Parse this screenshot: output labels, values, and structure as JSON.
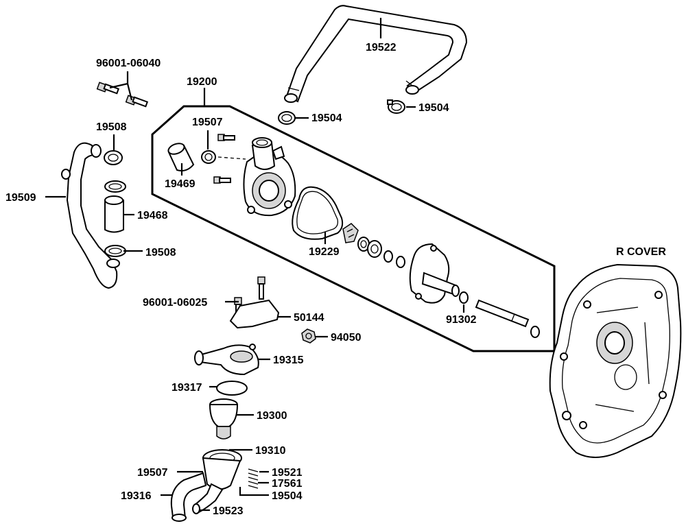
{
  "labels": {
    "p_96001_06040": "96001-06040",
    "p_19200": "19200",
    "p_19522": "19522",
    "p_19504_a": "19504",
    "p_19504_b": "19504",
    "p_19507_top": "19507",
    "p_19508_top": "19508",
    "p_19469": "19469",
    "p_19509": "19509",
    "p_19468": "19468",
    "p_19508_bot": "19508",
    "p_19229": "19229",
    "p_91302": "91302",
    "r_cover": "R COVER",
    "p_96001_06025": "96001-06025",
    "p_50144": "50144",
    "p_94050": "94050",
    "p_19315": "19315",
    "p_19317": "19317",
    "p_19300": "19300",
    "p_19310": "19310",
    "p_19507_bot": "19507",
    "p_19521": "19521",
    "p_17561": "17561",
    "p_19316": "19316",
    "p_19504_c": "19504",
    "p_19523": "19523"
  }
}
